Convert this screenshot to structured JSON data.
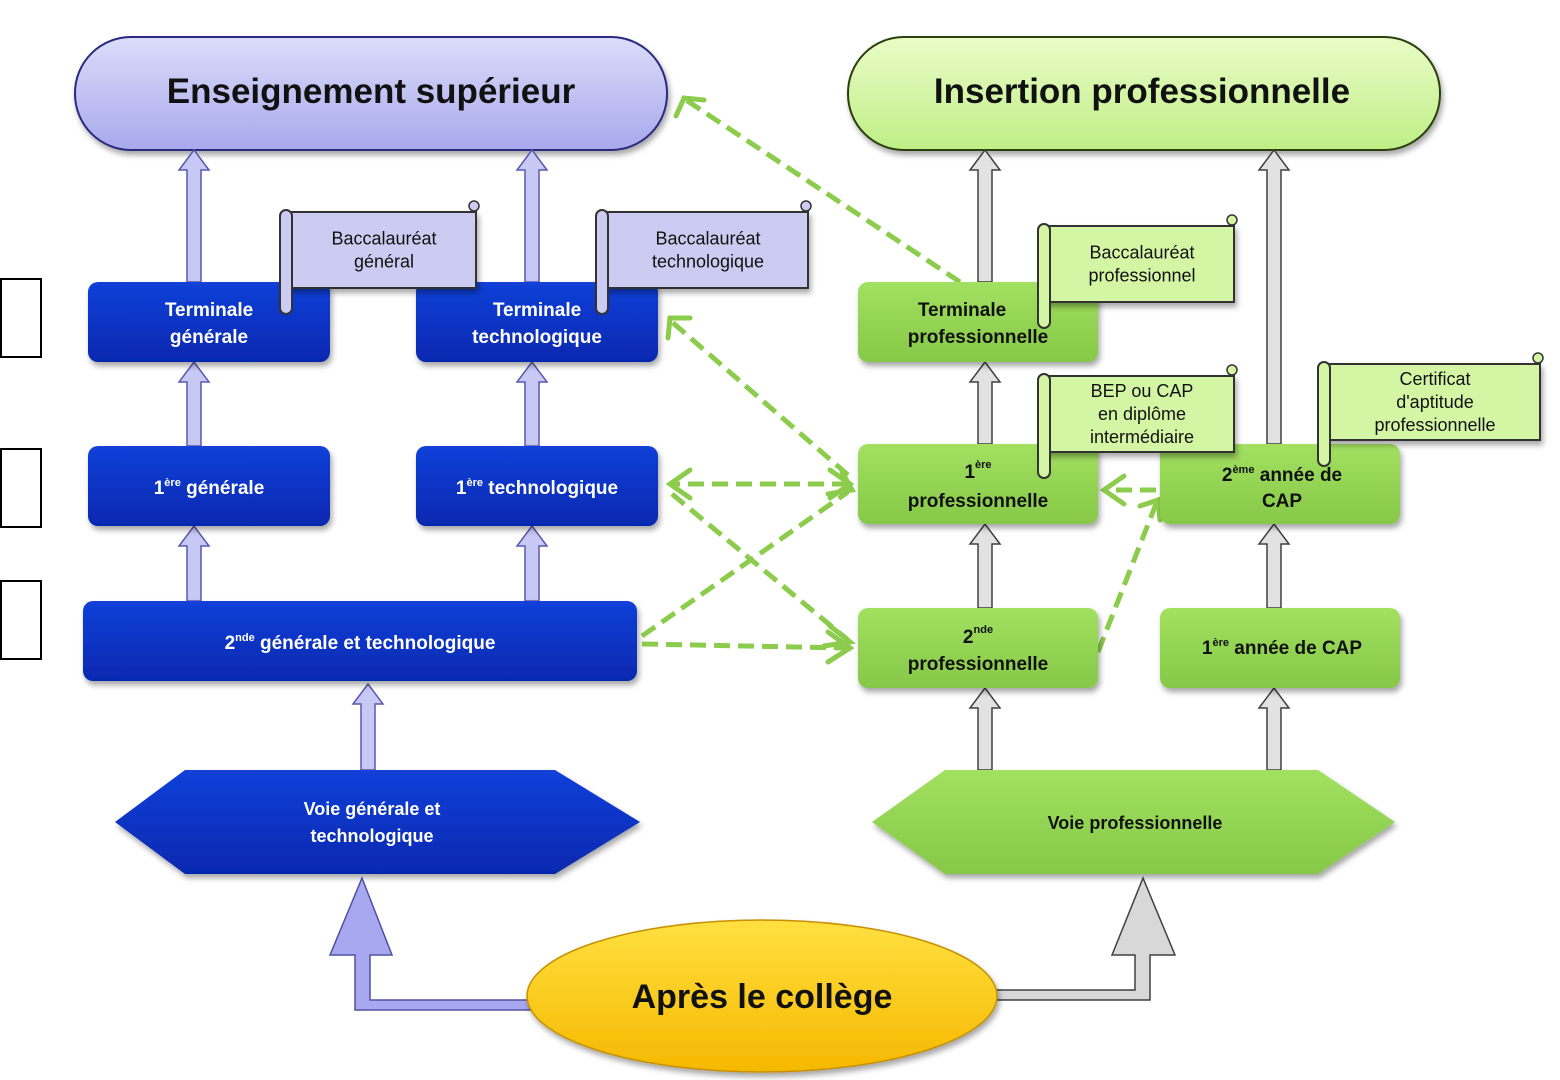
{
  "colors": {
    "blue_box": "#0a33c8",
    "blue_light": "#c8c8f4",
    "green_box": "#94d652",
    "green_light": "#d8f6a8",
    "gray_arrow": "#d9d9d9",
    "yellow": "#ffcc00",
    "dashed_green": "#8ccc4c"
  },
  "goals": {
    "higher_education": "Enseignement supérieur",
    "professional_insertion": "Insertion professionnelle"
  },
  "start": "Après le collège",
  "tracks": {
    "general": "Voie générale et technologique",
    "general_lines": [
      "Voie générale et",
      "technologique"
    ],
    "professional": "Voie professionnelle"
  },
  "general_boxes": {
    "terminale_generale": [
      "Terminale",
      "générale"
    ],
    "terminale_techno": [
      "Terminale",
      "technologique"
    ],
    "premiere_generale": {
      "num": "1",
      "sup": "ère",
      "text": " générale"
    },
    "premiere_techno": {
      "num": "1",
      "sup": "ère",
      "text": " technologique"
    },
    "seconde_gt": {
      "num": "2",
      "sup": "nde",
      "text": " générale et technologique"
    }
  },
  "pro_boxes": {
    "terminale_pro": [
      "Terminale",
      "professionnelle"
    ],
    "premiere_pro": {
      "num": "1",
      "sup": "ère",
      "line2": "professionnelle"
    },
    "seconde_pro": {
      "num": "2",
      "sup": "nde",
      "line2": "professionnelle"
    },
    "cap2": {
      "num": "2",
      "sup": "ème",
      "text": " année de",
      "line2": "CAP"
    },
    "cap1": {
      "num": "1",
      "sup": "ère",
      "text": " année de CAP"
    }
  },
  "diplomas": {
    "bac_general": [
      "Baccalauréat",
      "général"
    ],
    "bac_techno": [
      "Baccalauréat",
      "technologique"
    ],
    "bac_pro": [
      "Baccalauréat",
      "professionnel"
    ],
    "bep_cap": [
      "BEP ou CAP",
      "en diplôme",
      "intermédiaire"
    ],
    "cap": [
      "Certificat",
      "d'aptitude",
      "professionnelle"
    ]
  }
}
